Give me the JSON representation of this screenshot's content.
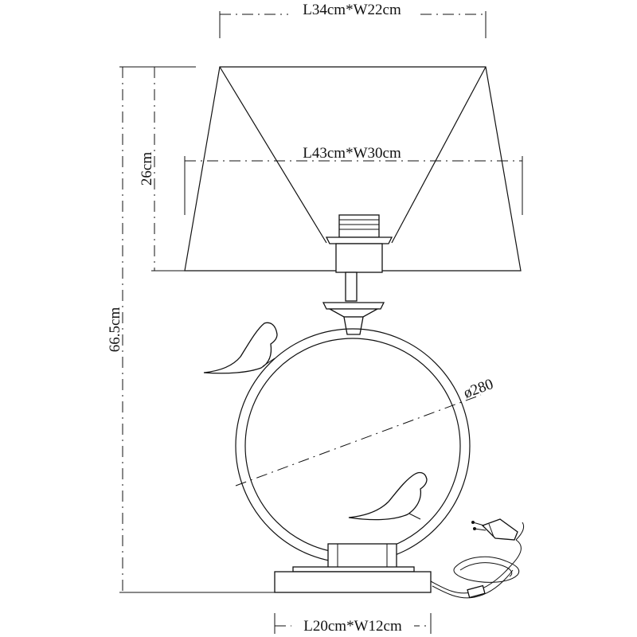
{
  "dimensions": {
    "top_width": "L34cm*W22cm",
    "bottom_width": "L43cm*W30cm",
    "shade_height": "26cm",
    "total_height": "66.5cm",
    "ring_diameter": "ø280",
    "base_size": "L20cm*W12cm"
  },
  "colors": {
    "line": "#111111",
    "background": "#ffffff"
  }
}
